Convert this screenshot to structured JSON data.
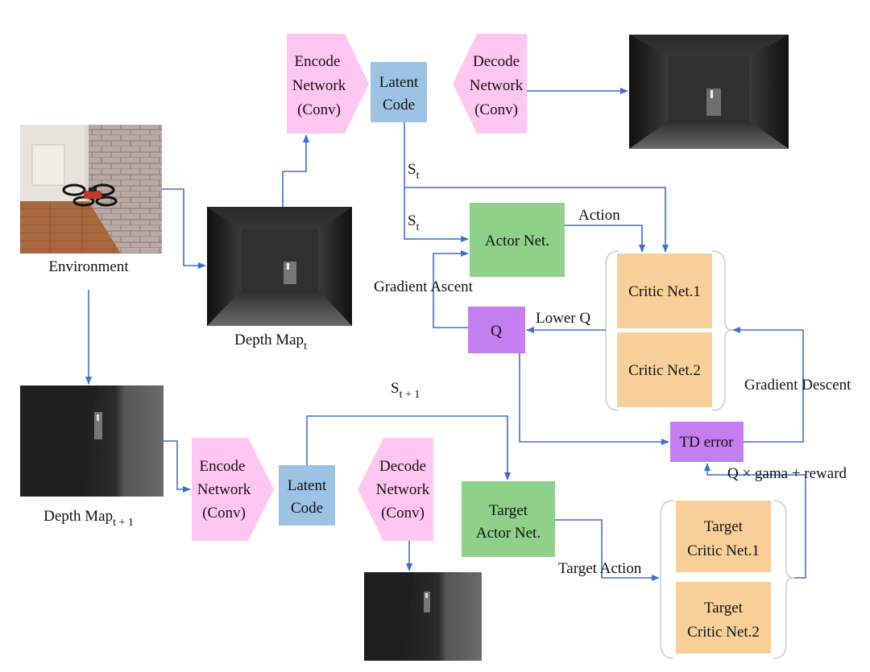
{
  "colors": {
    "arrow": "#3b6fd6",
    "encoder": "#ffc6f2",
    "latent": "#9cc3e3",
    "actor": "#8fd08a",
    "q": "#c57ef0",
    "critic": "#f8cf98",
    "depth_dark": "#1c1c1c",
    "depth_light": "#5a5a5a"
  },
  "environment": {
    "label": "Environment"
  },
  "depth_t": {
    "label": "Depth Map",
    "subscript": "t"
  },
  "depth_t1": {
    "label": "Depth Map",
    "subscript": "t + 1"
  },
  "top_encoder": {
    "line1": "Encode",
    "line2": "Network",
    "line3": "(Conv)"
  },
  "top_latent": {
    "line1": "Latent",
    "line2": "Code"
  },
  "top_decoder": {
    "line1": "Decode",
    "line2": "Network",
    "line3": "(Conv)"
  },
  "bottom_encoder": {
    "line1": "Encode",
    "line2": "Network",
    "line3": "(Conv)"
  },
  "bottom_latent": {
    "line1": "Latent",
    "line2": "Code"
  },
  "bottom_decoder": {
    "line1": "Decode",
    "line2": "Network",
    "line3": "(Conv)"
  },
  "actor": {
    "label": "Actor Net."
  },
  "q": {
    "label": "Q"
  },
  "critic1": {
    "label": "Critic Net.1"
  },
  "critic2": {
    "label": "Critic Net.2"
  },
  "target_actor": {
    "line1": "Target",
    "line2": "Actor Net."
  },
  "target_critic1": {
    "line1": "Target",
    "line2": "Critic Net.1"
  },
  "target_critic2": {
    "line1": "Target",
    "line2": "Critic Net.2"
  },
  "td_error": {
    "label": "TD error"
  },
  "labels": {
    "s": "S",
    "s_sub": "t",
    "s1": "S",
    "s1_sub": "t + 1",
    "action": "Action",
    "gradient_ascent": "Gradient Ascent",
    "lower_q": "Lower Q",
    "gradient_descent": "Gradient Descent",
    "q_gama_reward": "Q × gama + reward",
    "target_action": "Target Action"
  }
}
